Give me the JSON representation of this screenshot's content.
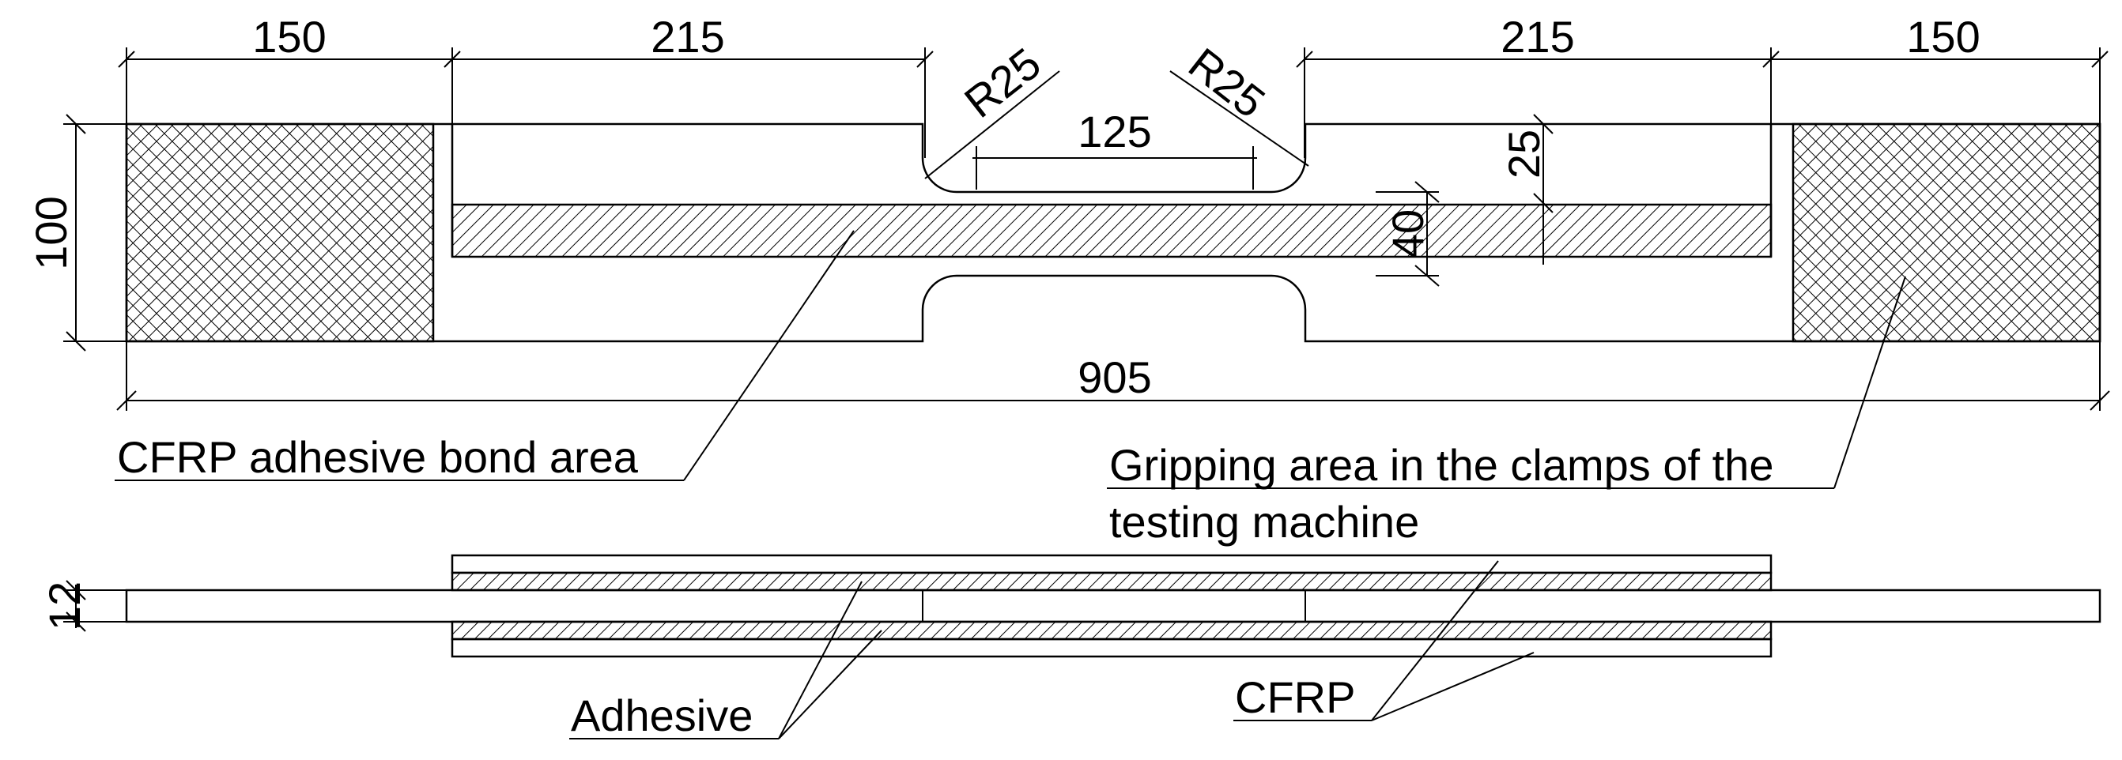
{
  "dimensions": {
    "grip_length_left": "150",
    "transition_length_left": "215",
    "transition_length_right": "215",
    "grip_length_right": "150",
    "fillet_radius_left": "R25",
    "fillet_radius_right": "R25",
    "gauge_length": "125",
    "notch_depth": "25",
    "gauge_width": "40",
    "specimen_width": "100",
    "total_length": "905",
    "thickness": "12"
  },
  "labels": {
    "bond_area": "CFRP adhesive bond area",
    "gripping_area_line1": "Gripping area in the clamps of the",
    "gripping_area_line2": "testing machine",
    "adhesive": "Adhesive",
    "cfrp": "CFRP"
  }
}
